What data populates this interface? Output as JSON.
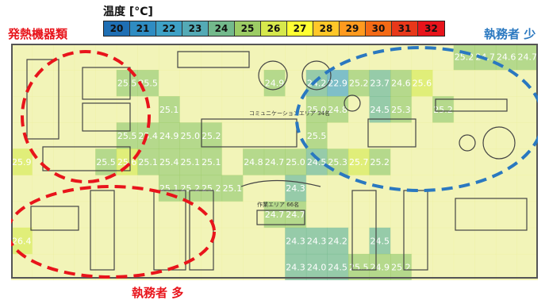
{
  "legend": {
    "title": "温度 [°C]",
    "steps": [
      {
        "value": "20",
        "color": "#1f6fb4"
      },
      {
        "value": "21",
        "color": "#2f8cc2"
      },
      {
        "value": "22",
        "color": "#3ea1c6"
      },
      {
        "value": "23",
        "color": "#54aab6"
      },
      {
        "value": "24",
        "color": "#73b98c"
      },
      {
        "value": "25",
        "color": "#9ccc65"
      },
      {
        "value": "26",
        "color": "#d6e84c"
      },
      {
        "value": "27",
        "color": "#ffff33"
      },
      {
        "value": "28",
        "color": "#ffc729"
      },
      {
        "value": "29",
        "color": "#ff9a1f"
      },
      {
        "value": "30",
        "color": "#f46a15"
      },
      {
        "value": "31",
        "color": "#e8381a"
      },
      {
        "value": "32",
        "color": "#e8141b"
      }
    ]
  },
  "annotations": {
    "heat_equipment": "発熱機器類",
    "few_workers": "執務者 少",
    "many_workers": "執務者 多"
  },
  "floor": {
    "area_label_1": "コミュニケーションエリア 34名",
    "area_label_2": "作業エリア 66名",
    "cell_values": [
      [
        "",
        "",
        "",
        "",
        "",
        "",
        "",
        "",
        "",
        "",
        "",
        "",
        "",
        "",
        "",
        "",
        "",
        "",
        "",
        "",
        "",
        "25.2",
        "24.7",
        "24.6",
        "24.7"
      ],
      [
        "",
        "",
        "",
        "",
        "",
        "25.5",
        "25.5",
        "",
        "",
        "",
        "",
        "",
        "24.9",
        "",
        "24.2",
        "22.9",
        "25.2",
        "23.7",
        "24.6",
        "25.6",
        "",
        "",
        "",
        "",
        ""
      ],
      [
        "",
        "",
        "",
        "",
        "",
        "",
        "",
        "25.1",
        "",
        "",
        "",
        "",
        "",
        "",
        "25.0",
        "24.8",
        "",
        "24.5",
        "25.3",
        "",
        "25.2",
        "",
        "",
        "",
        ""
      ],
      [
        "",
        "",
        "",
        "",
        "",
        "25.5",
        "25.4",
        "24.9",
        "25.0",
        "25.2",
        "",
        "",
        "",
        "",
        "25.5",
        "",
        "",
        "",
        "",
        "",
        "",
        "",
        "",
        "",
        ""
      ],
      [
        "25.9",
        "",
        "",
        "",
        "25.5",
        "25.6",
        "25.1",
        "25.4",
        "25.1",
        "25.1",
        "",
        "24.8",
        "24.7",
        "25.0",
        "24.5",
        "25.3",
        "25.7",
        "25.2",
        "",
        "",
        "",
        "",
        "",
        "",
        ""
      ],
      [
        "",
        "",
        "",
        "",
        "",
        "",
        "",
        "25.1",
        "25.2",
        "25.2",
        "25.1",
        "",
        "",
        "24.3",
        "",
        "",
        "",
        "",
        "",
        "",
        "",
        "",
        "",
        "",
        ""
      ],
      [
        "",
        "",
        "",
        "",
        "",
        "",
        "",
        "",
        "",
        "",
        "",
        "",
        "24.7",
        "24.7",
        "",
        "",
        "",
        "",
        "",
        "",
        "",
        "",
        "",
        "",
        ""
      ],
      [
        "26.4",
        "",
        "",
        "",
        "",
        "",
        "",
        "",
        "",
        "",
        "",
        "",
        "",
        "24.3",
        "24.3",
        "24.2",
        "",
        "24.5",
        "",
        "",
        "",
        "",
        "",
        "",
        ""
      ],
      [
        "",
        "",
        "",
        "",
        "",
        "",
        "",
        "",
        "",
        "",
        "",
        "",
        "",
        "24.3",
        "24.0",
        "24.5",
        "25.5",
        "24.9",
        "25.2",
        "",
        "",
        "",
        "",
        "",
        ""
      ]
    ]
  }
}
